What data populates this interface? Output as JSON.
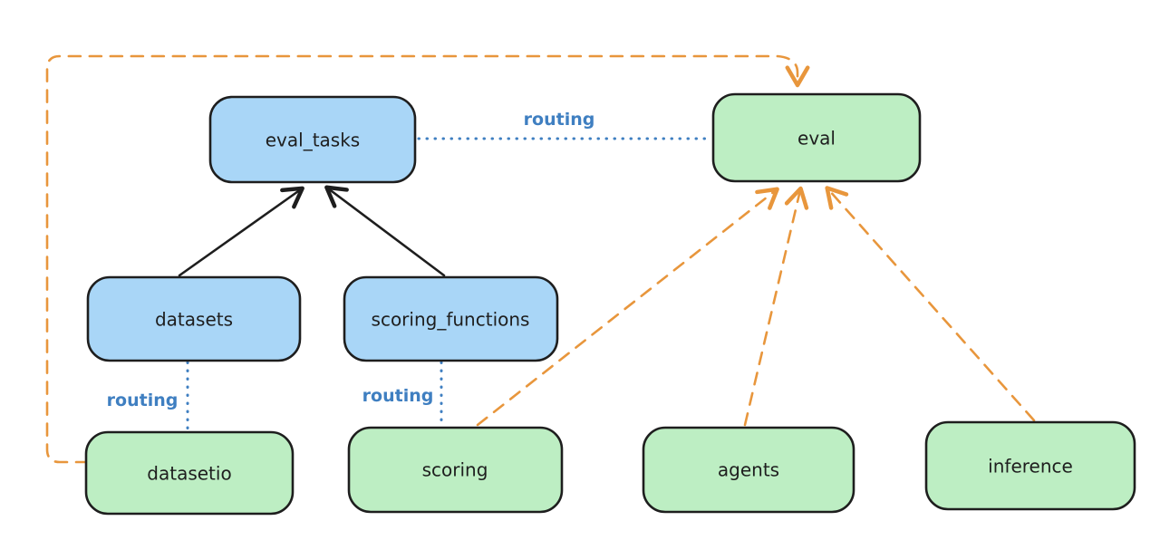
{
  "diagram": {
    "type": "architecture-diagram",
    "style": "hand-drawn",
    "colors": {
      "background": "#ffffff",
      "box_blue_fill": "#a9d6f7",
      "box_green_fill": "#bdeec3",
      "box_stroke": "#1e1e1e",
      "black_edge": "#1e1e1e",
      "orange_edge": "#e8963c",
      "routing_blue": "#3f7fc1"
    },
    "nodes": [
      {
        "id": "eval_tasks",
        "label": "eval_tasks",
        "kind": "blue"
      },
      {
        "id": "eval",
        "label": "eval",
        "kind": "green"
      },
      {
        "id": "datasets",
        "label": "datasets",
        "kind": "blue"
      },
      {
        "id": "scoring_functions",
        "label": "scoring_functions",
        "kind": "blue"
      },
      {
        "id": "datasetio",
        "label": "datasetio",
        "kind": "green"
      },
      {
        "id": "scoring",
        "label": "scoring",
        "kind": "green"
      },
      {
        "id": "agents",
        "label": "agents",
        "kind": "green"
      },
      {
        "id": "inference",
        "label": "inference",
        "kind": "green"
      }
    ],
    "edges": [
      {
        "from": "datasets",
        "to": "eval_tasks",
        "style": "solid-black-arrow",
        "label": ""
      },
      {
        "from": "scoring_functions",
        "to": "eval_tasks",
        "style": "solid-black-arrow",
        "label": ""
      },
      {
        "from": "eval_tasks",
        "to": "eval",
        "style": "dotted-blue",
        "label": "routing"
      },
      {
        "from": "datasets",
        "to": "datasetio",
        "style": "dotted-blue",
        "label": "routing"
      },
      {
        "from": "scoring_functions",
        "to": "scoring",
        "style": "dotted-blue",
        "label": "routing"
      },
      {
        "from": "datasetio",
        "to": "eval",
        "style": "dashed-orange-arrow",
        "label": ""
      },
      {
        "from": "scoring",
        "to": "eval",
        "style": "dashed-orange-arrow",
        "label": ""
      },
      {
        "from": "agents",
        "to": "eval",
        "style": "dashed-orange-arrow",
        "label": ""
      },
      {
        "from": "inference",
        "to": "eval",
        "style": "dashed-orange-arrow",
        "label": ""
      }
    ],
    "edge_labels": [
      {
        "id": "routing-top",
        "label": "routing"
      },
      {
        "id": "routing-datasets",
        "label": "routing"
      },
      {
        "id": "routing-scoring",
        "label": "routing"
      }
    ]
  }
}
